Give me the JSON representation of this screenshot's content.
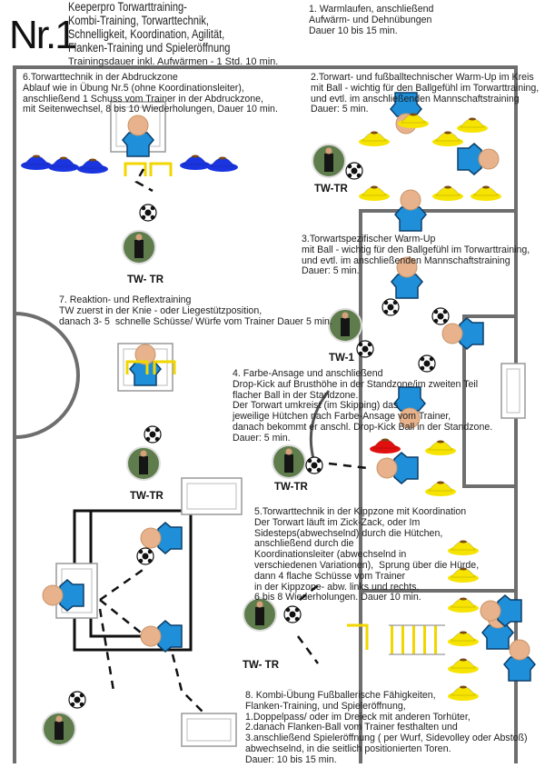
{
  "header": {
    "number": "Nr.1",
    "title_lines": [
      "Keeperpro Torwarttraining-",
      "Kombi-Training, Torwarttechnik,",
      "Schnelligkeit, Koordination, Agilität,",
      "Flanken-Training und Spieleröffnung"
    ],
    "duration": "Trainingsdauer inkl. Aufwärmen - 1 Std. 10 min."
  },
  "exercises": [
    {
      "id": "1",
      "lines": [
        "1. Warmlaufen, anschließend",
        "Aufwärm- und Dehnübungen",
        "Dauer 10 bis 15 min."
      ]
    },
    {
      "id": "2",
      "lines": [
        "2.Torwart- und fußballtechnischer Warm-Up im Kreis",
        "mit Ball - wichtig für den Ballgefühl im Torwarttraining,",
        "und evtl. im anschließenden Mannschaftstraining",
        "Dauer: 5 min."
      ]
    },
    {
      "id": "3",
      "lines": [
        "3.Torwartspezifischer Warm-Up",
        "mit Ball - wichtig für den Ballgefühl im Torwarttraining,",
        "und evtl. im anschließenden Mannschaftstraining",
        "Dauer: 5 min."
      ]
    },
    {
      "id": "4",
      "lines": [
        "4. Farbe-Ansage und anschließend",
        "Drop-Kick auf Brusthöhe in der Standzone/im zweiten Teil",
        "flacher Ball in der Standzone.",
        "Der Torwart umkreist (im Skipping) das",
        "jeweilige Hütchen nach Farbe-Ansage vom Trainer,",
        "danach bekommt er anschl. Drop-Kick Ball in der Standzone.",
        "Dauer: 5 min."
      ]
    },
    {
      "id": "5",
      "lines": [
        "5.Torwarttechnik in der Kippzone mit Koordination",
        "Der Torwart läuft im Zick-Zack, oder Im",
        "Sidesteps(abwechselnd) durch die Hütchen,",
        "anschließend durch die",
        "Koordinationsleiter (abwechselnd in",
        "verschiedenen Variationen),  Sprung über die Hürde,",
        "dann 4 flache Schüsse vom Trainer",
        "in der Kippzone- abw. links und rechts.",
        "6 bis 8 Wiederholungen. Dauer 10 min."
      ]
    },
    {
      "id": "6",
      "lines": [
        "6.Torwarttechnik in der Abdruckzone",
        "Ablauf wie in Übung Nr.5 (ohne Koordinationsleiter),",
        "anschließend 1 Schuss vom Trainer in der Abdruckzone,",
        "mit Seitenwechsel, 8 bis 10 Wiederholungen, Dauer 10 min."
      ]
    },
    {
      "id": "7",
      "lines": [
        "7. Reaktion- und Reflextraining",
        "TW zuerst in der Knie - oder Liegestützposition,",
        "danach 3- 5  schnelle Schüsse/ Würfe vom Trainer Dauer 5 min."
      ]
    },
    {
      "id": "8",
      "lines": [
        "8. Kombi-Übung Fußballerische Fähigkeiten,",
        "Flanken-Training, und Spieleröffnung,",
        "1.Doppelpass/ oder im Dreieck mit anderen Torhüter,",
        "2.danach Flanken-Ball vom Trainer festhalten und",
        "3.anschließend Spieleröffnung ( per Wurf, Sidevolley oder Abstoß)",
        "abwechselnd, in die seitlich positionierten Toren.",
        "Dauer: 10 bis 15 min."
      ]
    }
  ],
  "trainer_labels": [
    "TW-TR",
    "TW- TR",
    "TW-1",
    "TW-TR",
    "TW-TR",
    "TW- TR"
  ],
  "colors": {
    "field_line": "#6e6e6e",
    "shirt": "#1e8fd8",
    "skin": "#e8b38c",
    "cone_yellow": "#f6e400",
    "cone_blue": "#1a35e0",
    "cone_red": "#e01010",
    "hurdle": "#f2d600"
  }
}
